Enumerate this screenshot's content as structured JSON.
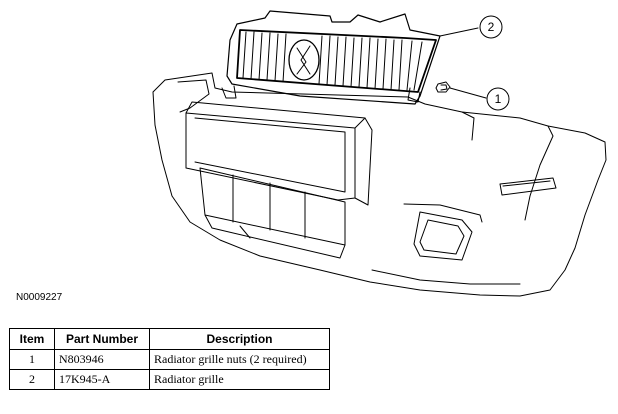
{
  "figure_id": "N0009227",
  "callouts": [
    "1",
    "2"
  ],
  "table": {
    "headers": [
      "Item",
      "Part Number",
      "Description"
    ],
    "rows": [
      {
        "item": "1",
        "part_number": "N803946",
        "description": "Radiator grille nuts (2 required)"
      },
      {
        "item": "2",
        "part_number": "17K945-A",
        "description": "Radiator grille"
      }
    ]
  }
}
